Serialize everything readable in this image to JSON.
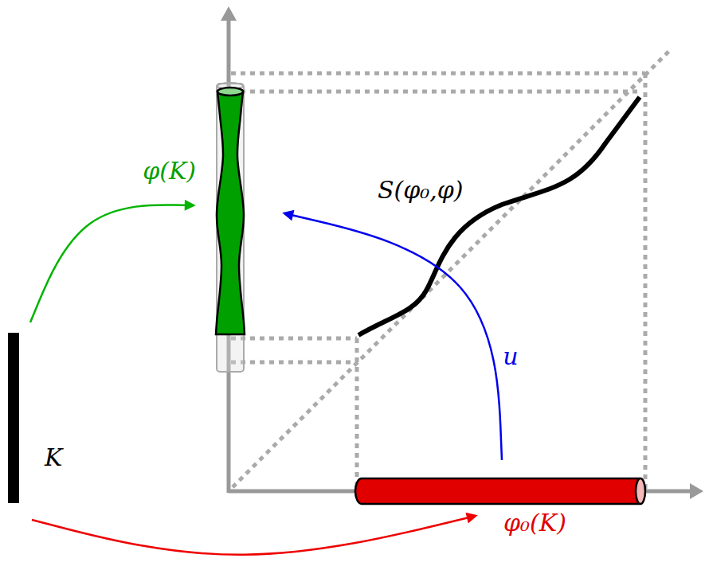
{
  "diagram": {
    "nodes": [
      {
        "text": [
          "K"
        ]
      },
      {
        "text": [
          "φ(K)"
        ]
      },
      {
        "text": [
          "φ₀(K)"
        ]
      }
    ],
    "edges": [
      {
        "from": 0,
        "to": 1,
        "arrow": "to"
      },
      {
        "from": 0,
        "to": 2,
        "arrow": "to"
      },
      {
        "from": 2,
        "to": 1,
        "arrow": "to",
        "label": "u"
      }
    ],
    "labels": [
      "S(φ₀,φ)"
    ]
  }
}
